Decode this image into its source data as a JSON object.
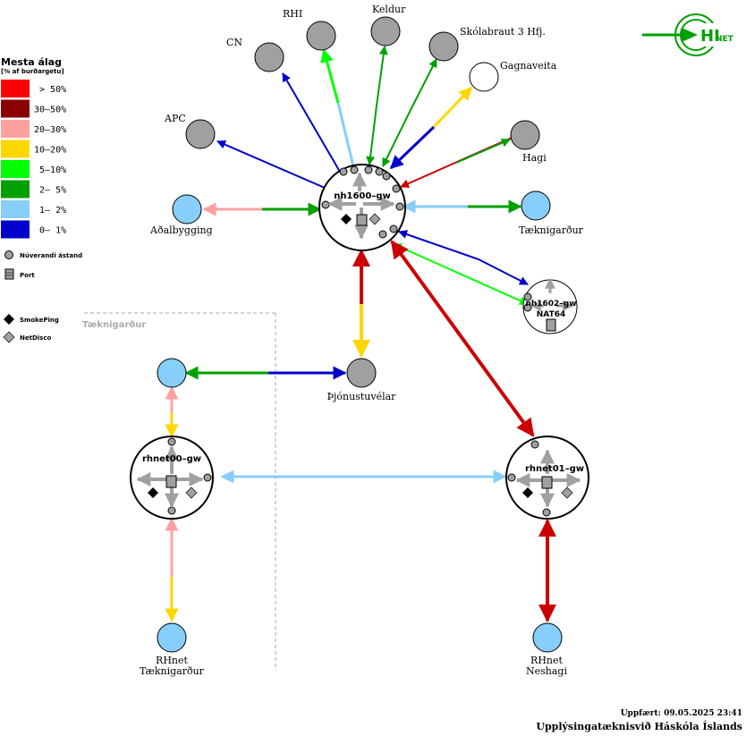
{
  "legend": {
    "title": "Mesta álag",
    "subtitle": "[% af burðargetu]",
    "items": [
      {
        "label": " > 50%",
        "color": "#ff0000"
      },
      {
        "label": "30–50%",
        "color": "#8b0000"
      },
      {
        "label": "20–30%",
        "color": "#ffa0a0"
      },
      {
        "label": "10–20%",
        "color": "#ffd700"
      },
      {
        "label": " 5–10%",
        "color": "#00ff00"
      },
      {
        "label": " 2– 5%",
        "color": "#00a000"
      },
      {
        "label": " 1– 2%",
        "color": "#87cefa"
      },
      {
        "label": " 0– 1%",
        "color": "#0000cc"
      }
    ],
    "state_label": "Núverandi ástand",
    "port_label": "Port",
    "smokeping_label": "SmokePing",
    "netdisco_label": "NetDisco"
  },
  "region_label": "Tæknigarður",
  "routers": {
    "nh1600": "nh1600–gw",
    "nh1602": "nh1602–gw",
    "nh1602_sub": "NAT64",
    "rhnet00": "rhnet00–gw",
    "rhnet01": "rhnet01–gw"
  },
  "nodes": {
    "rhi": "RHI",
    "keldur": "Keldur",
    "skolabraut": "Skólabraut 3 Hfj.",
    "cn": "CN",
    "gagnaveita": "Gagnaveita",
    "apc": "APC",
    "hagi": "Hagi",
    "adalbygging": "Aðalbygging",
    "taeknigardur": "Tæknigarður",
    "thjonustuvelar": "Þjónustuvélar",
    "rhnet_tg_1": "RHnet",
    "rhnet_tg_2": "Tæknigarður",
    "rhnet_nh_1": "RHnet",
    "rhnet_nh_2": "Neshagi"
  },
  "logo": {
    "text": "HI",
    "sub": "NET",
    "color": "#00a000"
  },
  "footer": {
    "updated": "Uppfært: 09.05.2025 23:41",
    "org": "Upplýsingatæknisvið Háskóla Íslands"
  }
}
